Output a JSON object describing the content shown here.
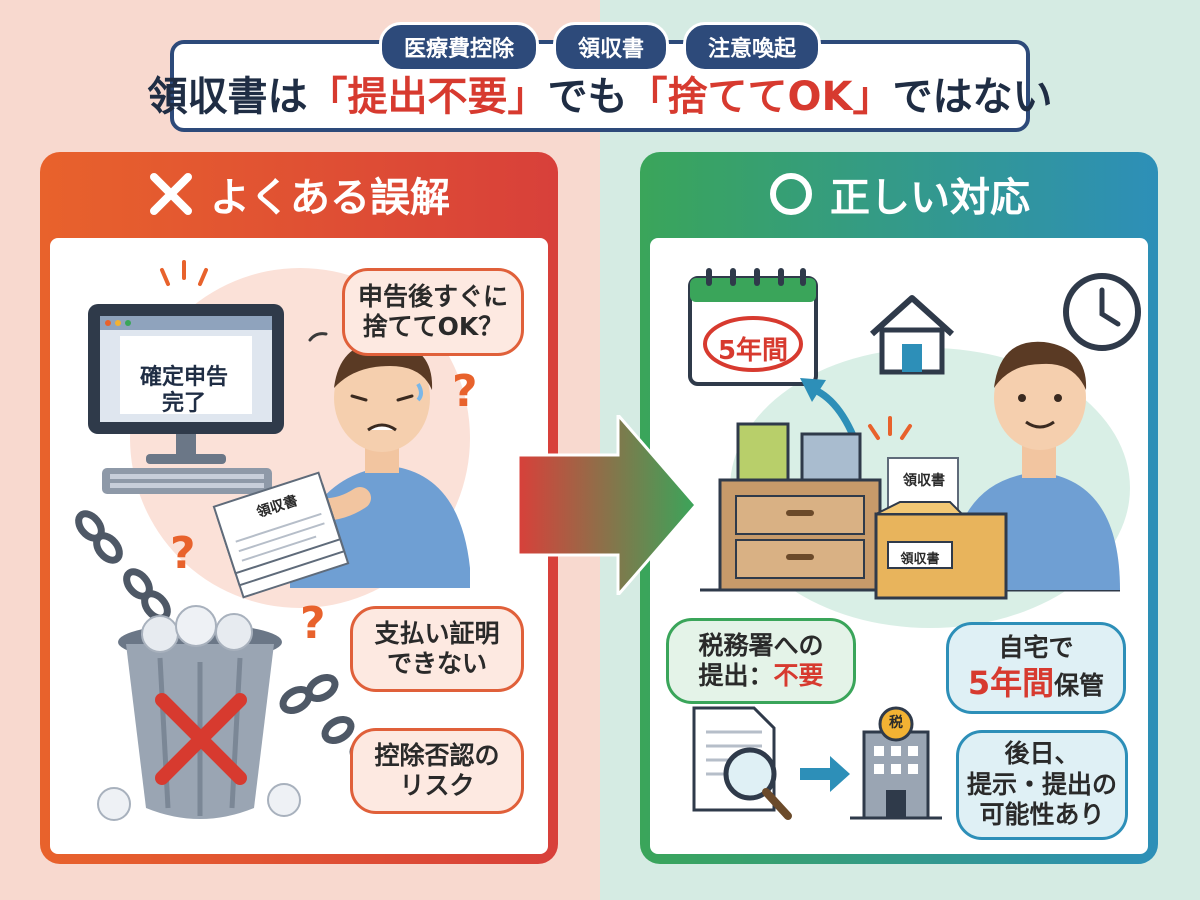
{
  "tags": [
    "医療費控除",
    "領収書",
    "注意喚起"
  ],
  "headline": {
    "part1": "領収書は",
    "part2": "「提出不要」",
    "part3": "でも",
    "part4": "「捨ててOK」",
    "part5": "ではない"
  },
  "left": {
    "title": "よくある誤解",
    "monitor_text": [
      "確定申告",
      "完了"
    ],
    "paper_label": "領収書",
    "bubble_question": [
      "申告後すぐに",
      "捨ててOK？"
    ],
    "bubble_proof": [
      "支払い証明",
      "できない"
    ],
    "bubble_risk": [
      "控除否認の",
      "リスク"
    ]
  },
  "right": {
    "title": "正しい対応",
    "calendar_text": "5年間",
    "paper_label": "領収書",
    "box_label": "領収書",
    "bubble_tax": {
      "line1": "税務署への",
      "line2a": "提出：",
      "line2b": "不要"
    },
    "bubble_home": {
      "line1": "自宅で",
      "line2a": "5年間",
      "line2b": "保管"
    },
    "bubble_later": [
      "後日、",
      "提示・提出の",
      "可能性あり"
    ],
    "building_sign": "税"
  },
  "colors": {
    "navy": "#2d4a7a",
    "red": "#d73a2f",
    "orange": "#e8622c",
    "green": "#3aa55a",
    "teal": "#2d8fb8"
  }
}
